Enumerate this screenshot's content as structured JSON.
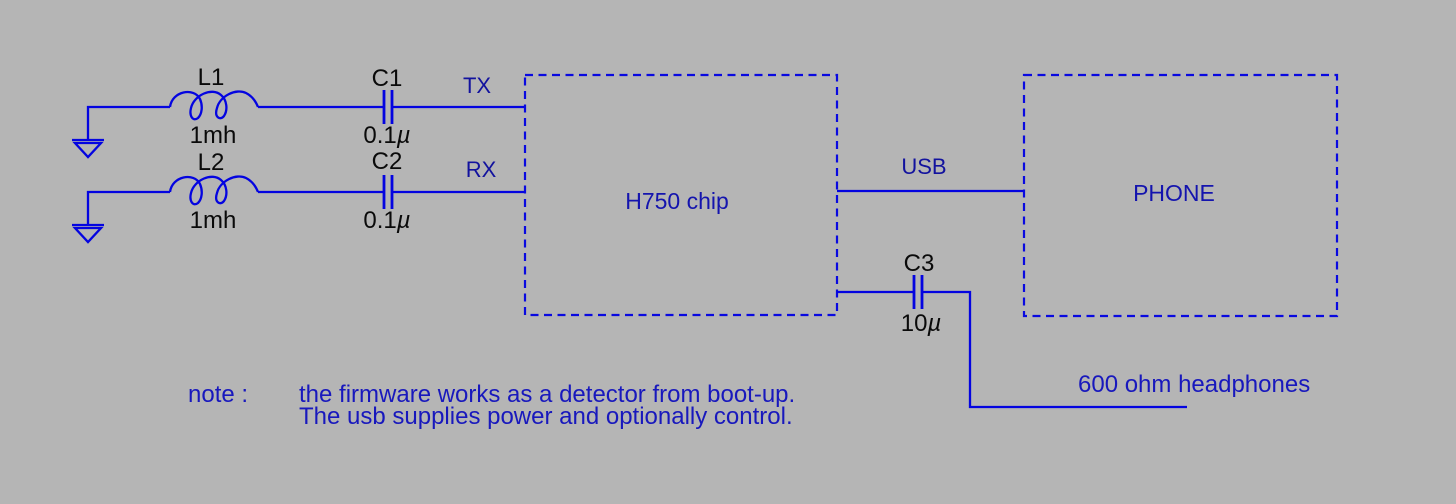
{
  "diagram": {
    "type": "circuit-schematic",
    "colors": {
      "background": "#b5b5b5",
      "wire_blue": "#0404e0",
      "label_blue": "#1414ae",
      "label_black": "#0a0a0a"
    },
    "left_channels": [
      {
        "port": "TX",
        "inductor": {
          "ref": "L1",
          "value": "1mh"
        },
        "capacitor": {
          "ref": "C1",
          "value": "0.1",
          "unit": "µ"
        }
      },
      {
        "port": "RX",
        "inductor": {
          "ref": "L2",
          "value": "1mh"
        },
        "capacitor": {
          "ref": "C2",
          "value": "0.1",
          "unit": "µ"
        }
      }
    ],
    "chip_block": {
      "label": "H750 chip"
    },
    "phone_block": {
      "label": "PHONE"
    },
    "usb_label": "USB",
    "coupling_capacitor": {
      "ref": "C3",
      "value": "10",
      "unit": "µ"
    },
    "output_label": "600 ohm headphones",
    "note": {
      "prefix": "note :",
      "lines": [
        "the firmware works as a detector from boot-up.",
        "The usb supplies power and optionally control."
      ]
    }
  }
}
